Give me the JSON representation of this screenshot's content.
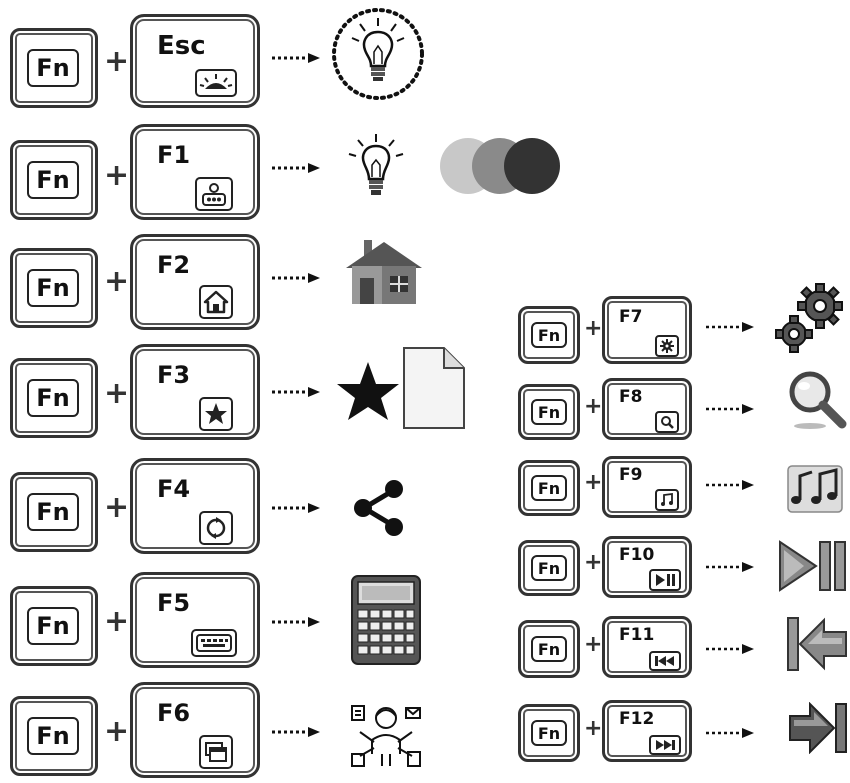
{
  "keys": {
    "fn": "Fn",
    "plus": "+",
    "left": [
      {
        "label": "Esc",
        "icon": "backlight-icon",
        "result": "light-bulb-ring-icon"
      },
      {
        "label": "F1",
        "icon": "backlight-mode-icon",
        "result": "light-bulb-color-modes-icon"
      },
      {
        "label": "F2",
        "icon": "home-icon",
        "result": "house-icon"
      },
      {
        "label": "F3",
        "icon": "star-icon",
        "result": "favorites-document-icon"
      },
      {
        "label": "F4",
        "icon": "refresh-icon",
        "result": "share-icon"
      },
      {
        "label": "F5",
        "icon": "calculator-key-icon",
        "result": "calculator-icon"
      },
      {
        "label": "F6",
        "icon": "window-icon",
        "result": "multitask-icon"
      }
    ],
    "right": [
      {
        "label": "F7",
        "icon": "settings-icon",
        "result": "gears-icon"
      },
      {
        "label": "F8",
        "icon": "search-icon",
        "result": "magnifier-icon"
      },
      {
        "label": "F9",
        "icon": "music-icon",
        "result": "music-notes-icon"
      },
      {
        "label": "F10",
        "icon": "play-pause-icon",
        "result": "play-pause-big-icon"
      },
      {
        "label": "F11",
        "icon": "previous-track-icon",
        "result": "previous-arrow-icon"
      },
      {
        "label": "F12",
        "icon": "next-track-icon",
        "result": "next-arrow-icon"
      }
    ]
  },
  "colors": {
    "circle_light": "#c8c8c8",
    "circle_mid": "#8a8a8a",
    "circle_dark": "#333333"
  }
}
